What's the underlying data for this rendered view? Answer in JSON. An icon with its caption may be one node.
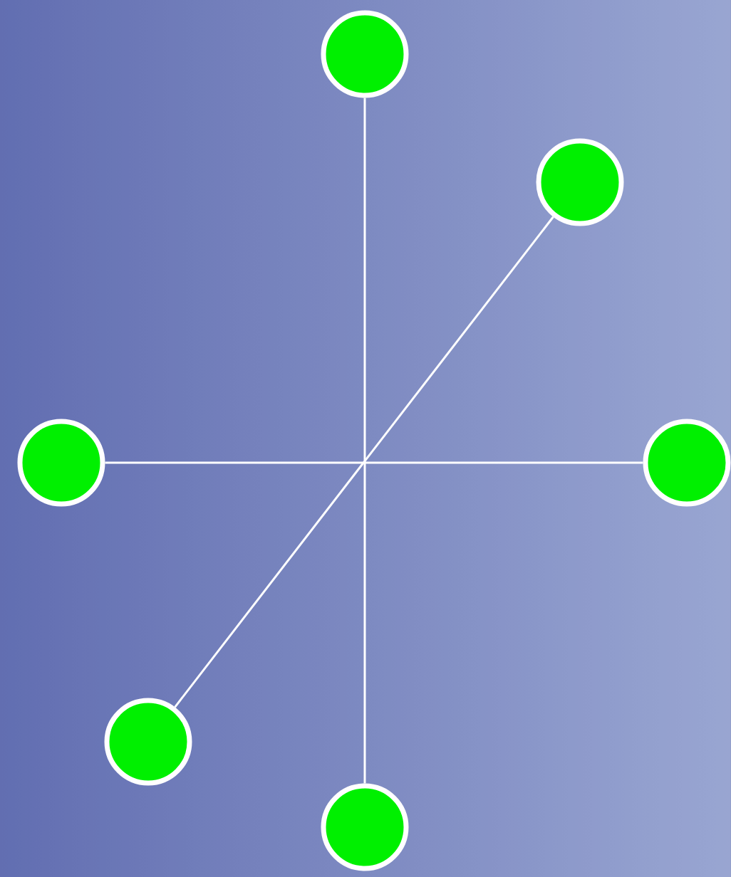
{
  "diagram": {
    "nodes": [
      {
        "text": [],
        "shape": "circle"
      },
      {
        "text": [],
        "shape": "circle"
      },
      {
        "text": [],
        "shape": "circle"
      },
      {
        "text": [],
        "shape": "circle"
      },
      {
        "text": [],
        "shape": "circle"
      },
      {
        "text": [],
        "shape": "circle"
      }
    ],
    "edges": [
      {
        "from": 0,
        "to": 5,
        "arrow": "none"
      },
      {
        "from": 1,
        "to": 4,
        "arrow": "none"
      },
      {
        "from": 2,
        "to": 3,
        "arrow": "none"
      }
    ]
  }
}
